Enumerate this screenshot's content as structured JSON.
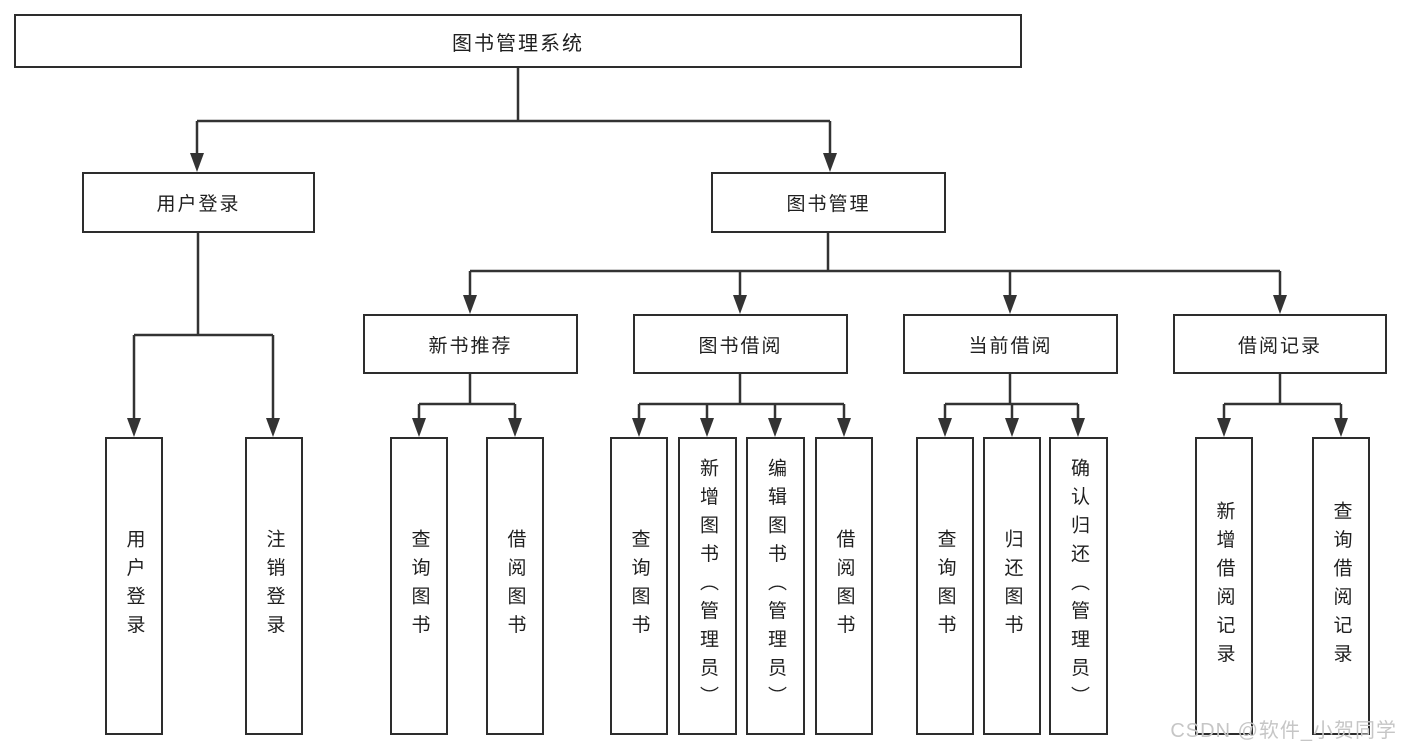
{
  "tree": {
    "root": {
      "label": "图书管理系统",
      "children": [
        {
          "label": "用户登录",
          "children": [
            {
              "label": "用户登录"
            },
            {
              "label": "注销登录"
            }
          ]
        },
        {
          "label": "图书管理",
          "children": [
            {
              "label": "新书推荐",
              "children": [
                {
                  "label": "查询图书"
                },
                {
                  "label": "借阅图书"
                }
              ]
            },
            {
              "label": "图书借阅",
              "children": [
                {
                  "label": "查询图书"
                },
                {
                  "label": "新增图书（管理员）"
                },
                {
                  "label": "编辑图书（管理员）"
                },
                {
                  "label": "借阅图书"
                }
              ]
            },
            {
              "label": "当前借阅",
              "children": [
                {
                  "label": "查询图书"
                },
                {
                  "label": "归还图书"
                },
                {
                  "label": "确认归还（管理员）"
                }
              ]
            },
            {
              "label": "借阅记录",
              "children": [
                {
                  "label": "新增借阅记录"
                },
                {
                  "label": "查询借阅记录"
                }
              ]
            }
          ]
        }
      ]
    }
  },
  "watermark": {
    "text": "CSDN @软件_小贺同学"
  },
  "colors": {
    "line": "#333333",
    "box_border": "#2d2d2d",
    "text": "#1f1f1f",
    "background": "#ffffff",
    "watermark": "#c6c6c6"
  }
}
